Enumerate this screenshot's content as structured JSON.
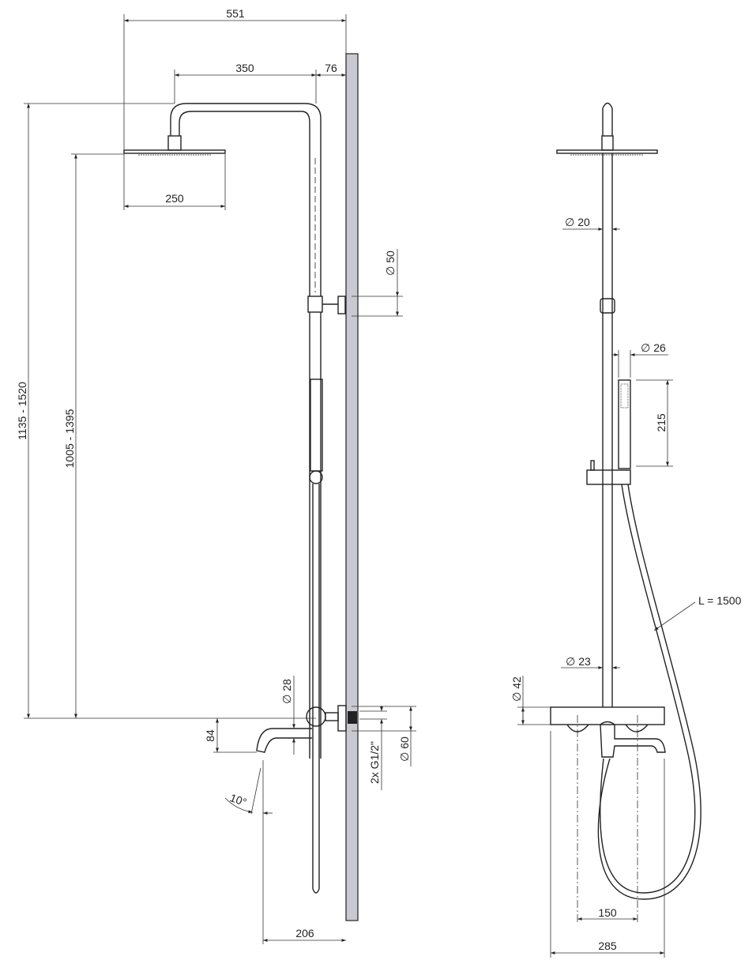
{
  "side_view": {
    "dims": {
      "total_width": "551",
      "arm_length": "350",
      "wall_offset": "76",
      "head_diameter": "250",
      "height_range_outer": "1135 - 1520",
      "height_range_inner": "1005 - 1395",
      "bracket_diameter": "∅ 50",
      "pipe_diameter": "∅ 28",
      "spout_height": "84",
      "spout_angle": "10°",
      "spout_projection": "206",
      "connection": "2x G1/2\"",
      "flange_diameter": "∅ 60"
    }
  },
  "front_view": {
    "dims": {
      "rail_diameter": "∅ 20",
      "hand_shower_diameter": "∅ 26",
      "hand_shower_length": "215",
      "hose_length": "L = 1500",
      "lower_pipe_diameter": "∅ 23",
      "mixer_diameter": "∅ 42",
      "inlet_spacing": "150",
      "mixer_width": "285"
    }
  }
}
